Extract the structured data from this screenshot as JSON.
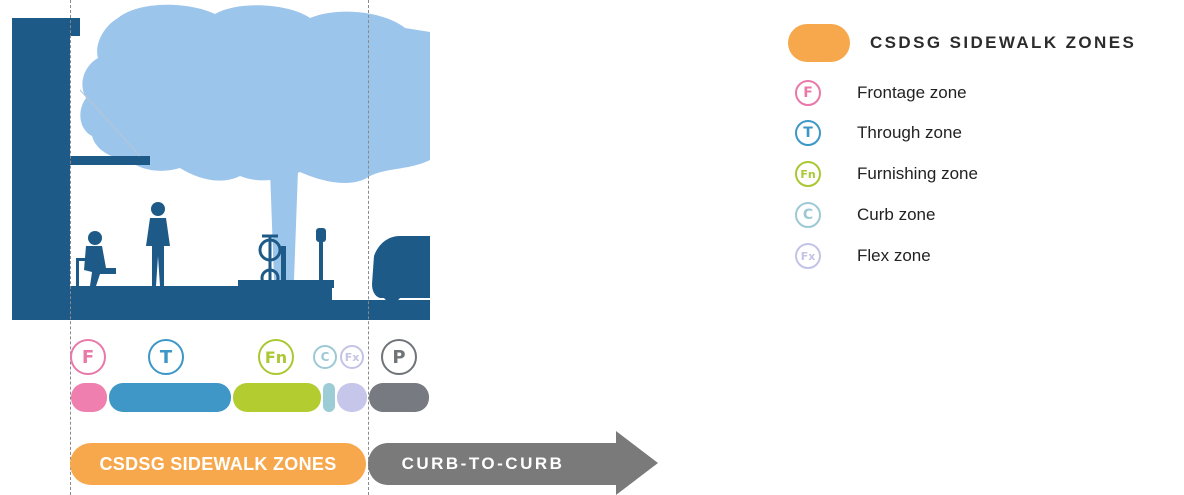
{
  "legend": {
    "title": "CSDSG SIDEWALK ZONES",
    "header_color": "#f7a84c",
    "items": [
      {
        "symbol": "F",
        "label": "Frontage zone",
        "color": "#e879a8"
      },
      {
        "symbol": "T",
        "label": "Through zone",
        "color": "#3c97c6"
      },
      {
        "symbol": "Fn",
        "label": "Furnishing zone",
        "color": "#a9c832"
      },
      {
        "symbol": "C",
        "label": "Curb zone",
        "color": "#9cc9d4"
      },
      {
        "symbol": "Fx",
        "label": "Flex zone",
        "color": "#c3c3e6"
      }
    ]
  },
  "zones": [
    {
      "symbol": "F",
      "color": "#e879a8",
      "bar_color": "#ef7fae"
    },
    {
      "symbol": "T",
      "color": "#3c97c6",
      "bar_color": "#3e97c6"
    },
    {
      "symbol": "Fn",
      "color": "#a9c832",
      "bar_color": "#b3cc2f"
    },
    {
      "symbol": "C",
      "color": "#9cc9d4",
      "bar_color": "#9ccdd6"
    },
    {
      "symbol": "Fx",
      "color": "#c3c3e6",
      "bar_color": "#c6c6ea"
    },
    {
      "symbol": "P",
      "color": "#707479",
      "bar_color": "#777a80"
    }
  ],
  "bottom": {
    "sidewalk_label": "CSDSG SIDEWALK ZONES",
    "curb_label": "CURB-TO-CURB",
    "sidewalk_color": "#f7a84c",
    "curb_color": "#7a7a7a"
  },
  "scene_colors": {
    "building": "#1e5a87",
    "tree": "#9cc5ec"
  }
}
